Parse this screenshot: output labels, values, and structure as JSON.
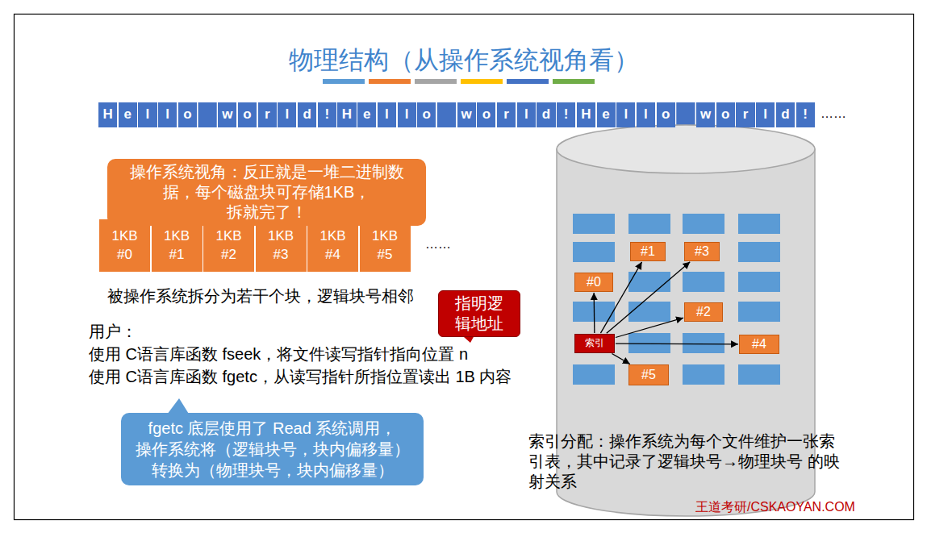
{
  "diagram": {
    "title": "物理结构（从操作系统视角看）",
    "nodes": [
      {
        "text": [
          "H"
        ]
      },
      {
        "text": [
          "e"
        ]
      },
      {
        "text": [
          "l"
        ]
      },
      {
        "text": [
          "l"
        ]
      },
      {
        "text": [
          "o"
        ]
      },
      {
        "text": [
          "w"
        ]
      },
      {
        "text": [
          "o"
        ]
      },
      {
        "text": [
          "r"
        ]
      },
      {
        "text": [
          "l"
        ]
      },
      {
        "text": [
          "d"
        ]
      },
      {
        "text": [
          "!"
        ]
      },
      {
        "text": [
          "H"
        ]
      },
      {
        "text": [
          "e"
        ]
      },
      {
        "text": [
          "l"
        ]
      },
      {
        "text": [
          "l"
        ]
      },
      {
        "text": [
          "o"
        ]
      },
      {
        "text": [
          "w"
        ]
      },
      {
        "text": [
          "o"
        ]
      },
      {
        "text": [
          "r"
        ]
      },
      {
        "text": [
          "l"
        ]
      },
      {
        "text": [
          "d"
        ]
      },
      {
        "text": [
          "!"
        ]
      },
      {
        "text": [
          "H"
        ]
      },
      {
        "text": [
          "e"
        ]
      },
      {
        "text": [
          "l"
        ]
      },
      {
        "text": [
          "l"
        ]
      },
      {
        "text": [
          "o"
        ]
      },
      {
        "text": [
          "w"
        ]
      },
      {
        "text": [
          "o"
        ]
      },
      {
        "text": [
          "r"
        ]
      },
      {
        "text": [
          "l"
        ]
      },
      {
        "text": [
          "d"
        ]
      },
      {
        "text": [
          "!"
        ]
      },
      {
        "text": [
          "操作系统视角：反正就是一堆二进制数 据，每个磁盘块可存储1KB，拆就完了！"
        ]
      },
      {
        "text": [
          "1KB #0"
        ]
      },
      {
        "text": [
          "1KB #1"
        ]
      },
      {
        "text": [
          "1KB #2"
        ]
      },
      {
        "text": [
          "1KB #3"
        ]
      },
      {
        "text": [
          "1KB #4"
        ]
      },
      {
        "text": [
          "1KB #5"
        ]
      },
      {
        "text": [
          "指明逻 辑地址"
        ]
      },
      {
        "text": [
          "fgetc 底层使用了 Read 系统调用， 操作系统将（逻辑块号，块内偏移量） 转换为（物理块号，块内偏移量）"
        ]
      },
      {
        "text": [
          "#1"
        ]
      },
      {
        "text": [
          "#3"
        ]
      },
      {
        "text": [
          "#0"
        ]
      },
      {
        "text": [
          "#2"
        ]
      },
      {
        "text": [
          "索引"
        ]
      },
      {
        "text": [
          "#4"
        ]
      },
      {
        "text": [
          "#5"
        ]
      }
    ],
    "edges": [
      {
        "from": 46,
        "to": 44,
        "arrow": "to"
      },
      {
        "from": 46,
        "to": 42,
        "arrow": "to"
      },
      {
        "from": 46,
        "to": 43,
        "arrow": "to"
      },
      {
        "from": 46,
        "to": 45,
        "arrow": "to"
      },
      {
        "from": 46,
        "to": 47,
        "arrow": "to"
      },
      {
        "from": 46,
        "to": 48,
        "arrow": "to"
      }
    ],
    "labels": [
      "……",
      "……",
      "被操作系统拆分为若干个块，逻辑块号相邻",
      "用户：",
      "使用 C语言库函数 fseek，将文件读写指针指向位置 n",
      "使用 C语言库函数 fgetc，从读写指针所指位置读出 1B 内容",
      "索引分配：操作系统为每个文件维护一张索 引表，其中记录了逻辑块号→物理块号 的映 射关系",
      "王道考研/CSKAOYAN.COM"
    ]
  }
}
